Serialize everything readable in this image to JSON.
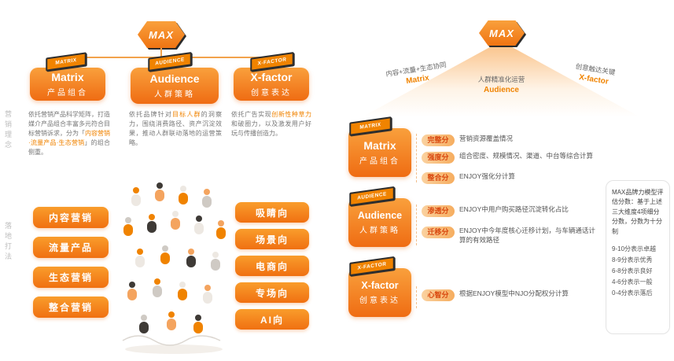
{
  "colors": {
    "accent": "#F08300",
    "ribbon_border": "#2E2E2E"
  },
  "left": {
    "logo": "MAX",
    "side_labels": [
      "营销理念",
      "落地打法"
    ],
    "branches": [
      {
        "badge": "MATRIX",
        "title": "Matrix",
        "subtitle": "产品组合",
        "desc_pre": "依托营销产品科学矩阵，打造媒介产品组合丰富多元符合目标营销诉求，分为「",
        "desc_hl": "内容营销·流量产品·生态营销",
        "desc_post": "」的组合侧重。"
      },
      {
        "badge": "AUDIENCE",
        "title": "Audience",
        "subtitle": "人群策略",
        "desc_pre": "依托品牌针对",
        "desc_hl": "目标人群",
        "desc_post": "的洞察力，围绕消费路径、资产沉淀效果，推动人群联动落地的运营策略。"
      },
      {
        "badge": "X-FACTOR",
        "title": "X-factor",
        "subtitle": "创意表达",
        "desc_pre": "依托广告实现",
        "desc_hl": "创新性种草力",
        "desc_post": "和破圈力，以及激发用户好玩与传播创造力。"
      }
    ],
    "content_buttons": [
      "内容营销",
      "流量产品",
      "生态营销",
      "整合营销"
    ],
    "direction_buttons": [
      "吸睛向",
      "场景向",
      "电商向",
      "专场向",
      "AI向"
    ]
  },
  "right": {
    "logo": "MAX",
    "funnel_labels": [
      {
        "cn": "内容+流量+生态协同",
        "en": "Matrix"
      },
      {
        "cn": "人群精准化运营",
        "en": "Audience"
      },
      {
        "cn": "创意触达关键",
        "en": "X-factor"
      }
    ],
    "rows": [
      {
        "badge": "MATRIX",
        "title": "Matrix",
        "subtitle": "产品组合",
        "items": [
          {
            "pill": "完整分",
            "text": "营销资源覆盖情况"
          },
          {
            "pill": "强度分",
            "text": "组合密度、规模情况、渠道、中台等综合计算"
          },
          {
            "pill": "整合分",
            "text": "ENJOY强化分计算"
          }
        ]
      },
      {
        "badge": "AUDIENCE",
        "title": "Audience",
        "subtitle": "人群策略",
        "items": [
          {
            "pill": "渗透分",
            "text": "ENJOY中用户购买路径沉淀转化占比"
          },
          {
            "pill": "迁移分",
            "text": "ENJOY中今年度核心迁移计划，与车辆通话计算的有效路径"
          }
        ]
      },
      {
        "badge": "X-FACTOR",
        "title": "X-factor",
        "subtitle": "创意表达",
        "items": [
          {
            "pill": "心智分",
            "text": "根据ENJOY模型中NJO分配权分计算"
          }
        ]
      }
    ],
    "score_box": {
      "intro": "MAX品牌力模型评估分数：基于上述三大维度4项细分分数，分数为十分制",
      "scale": [
        "9-10分表示卓越",
        "8-9分表示优秀",
        "6-8分表示良好",
        "4-6分表示一般",
        "0-4分表示落后"
      ]
    }
  }
}
